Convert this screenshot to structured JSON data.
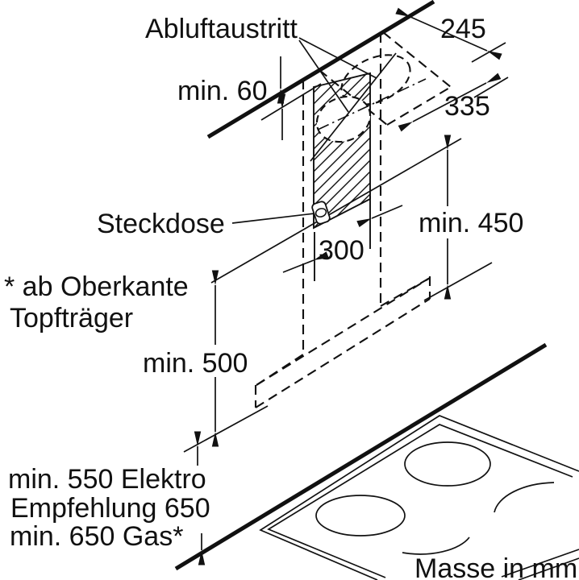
{
  "figure": {
    "unit_note": "Masse in mm",
    "callouts": {
      "air_outlet": "Abluftaustritt",
      "power_socket": "Steckdose",
      "footnote_line1": "* ab Oberkante",
      "footnote_line2": "Topfträger"
    },
    "dimensions": {
      "ceiling_clearance": "min. 60",
      "ceiling_depth": "245",
      "ceiling_width": "335",
      "chimney_width": "300",
      "upper_clearance": "min. 450",
      "hood_to_counter": "min. 500",
      "hob_clearance_electric": "min. 550 Elektro",
      "hob_clearance_recommended": "Empfehlung 650",
      "hob_clearance_gas": "min. 650 Gas*"
    },
    "colors": {
      "ink": "#111111",
      "background": "#ffffff"
    }
  }
}
